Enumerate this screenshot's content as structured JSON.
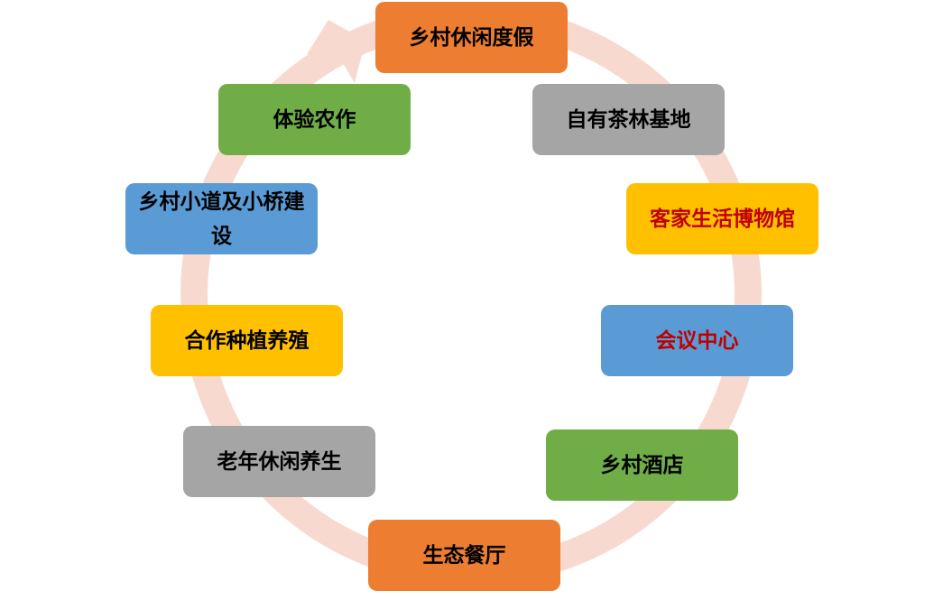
{
  "colors": {
    "ring": "#F8D9CF",
    "orange": "#ED7D31",
    "gray": "#A5A5A5",
    "yellow": "#FFC000",
    "blue": "#5B9BD5",
    "green": "#70AD47",
    "red_text": "#C00000"
  },
  "nodes": [
    {
      "label": "乡村休闲度假"
    },
    {
      "label": "自有茶林基地"
    },
    {
      "label": "客家生活博物馆"
    },
    {
      "label": "会议中心"
    },
    {
      "label": "乡村酒店"
    },
    {
      "label": "生态餐厅"
    },
    {
      "label": "老年休闲养生"
    },
    {
      "label": "合作种植养殖"
    },
    {
      "label": "乡村小道及小桥建设"
    },
    {
      "label": "体验农作"
    }
  ]
}
